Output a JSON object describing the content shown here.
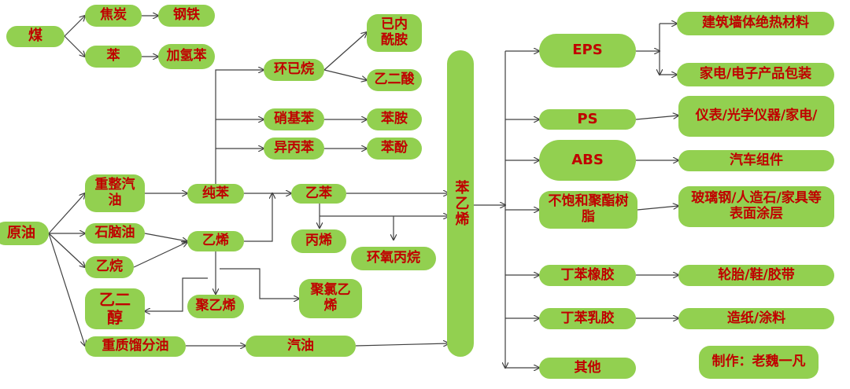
{
  "nodes": {
    "mei": "煤",
    "jiaotan": "焦炭",
    "gangtie": "钢铁",
    "ben_a": "苯",
    "jiaqingben": "加氢苯",
    "yuanyou": "原油",
    "chongzhengqiyou": "重整汽油",
    "shinaoyou": "石脑油",
    "yiwan": "乙烷",
    "yierchun": "乙二醇",
    "zhongzhiliufenyou": "重质馏分油",
    "huanjiwan": "环已烷",
    "jineixianan": "已内酰胺",
    "yiersuan": "乙二酸",
    "xiaojiben": "硝基苯",
    "benan": "苯胺",
    "yibingben": "异丙苯",
    "benfen": "苯酚",
    "chunben": "纯苯",
    "yixi": "乙烯",
    "juyixi": "聚乙烯",
    "jululyixi": "聚氯乙烯",
    "yiben": "乙苯",
    "bingxi": "丙烯",
    "huanyangbingwan": "环氧丙烷",
    "qiyou": "汽油",
    "benyixi": "苯乙烯",
    "eps": "EPS",
    "ps": "PS",
    "abs": "ABS",
    "bubaohe": "不饱和聚酯树脂",
    "dingbenxiangjiao": "丁苯橡胶",
    "dingbenrujiao": "丁苯乳胶",
    "qita": "其他",
    "jianzhu": "建筑墙体绝热材料",
    "jiadian": "家电/电子产品包装",
    "yibiao": "仪表/光学仪器/家电/",
    "qiche": "汽车组件",
    "boli": "玻璃钢/人造石/家具等表面涂层",
    "luntai": "轮胎/鞋/胶带",
    "zaozhi": "造纸/涂料",
    "credit": "制作：老魏一凡"
  },
  "colors": {
    "node_fill": "#92d050",
    "node_text": "#c00000",
    "edge": "#404040"
  }
}
